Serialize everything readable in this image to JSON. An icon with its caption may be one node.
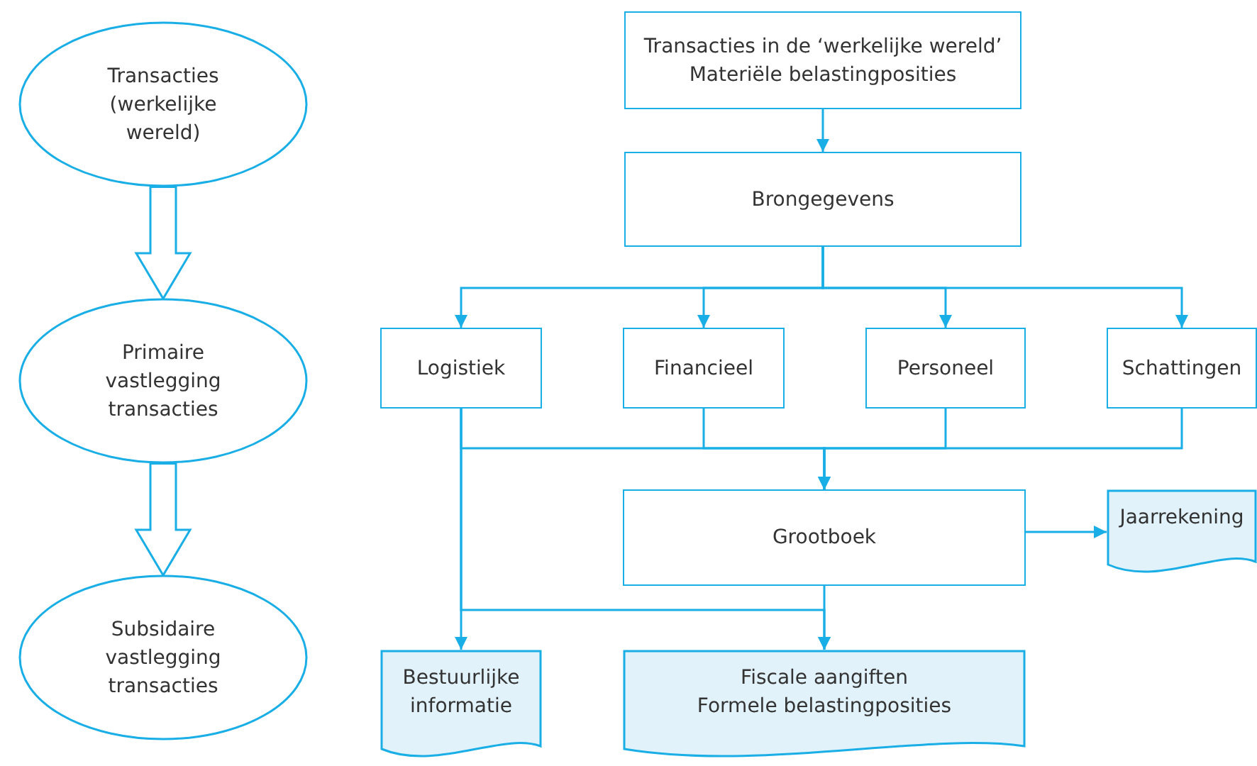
{
  "diagram": {
    "nodes": [
      {
        "text": [
          "Transacties (werkelijke wereld)"
        ]
      },
      {
        "text": [
          "Primaire vastlegging transacties"
        ]
      },
      {
        "text": [
          "Subsidaire vastlegging transacties"
        ]
      },
      {
        "text": [
          "Transacties in de ‘werkelijke wereld’",
          "Materiële belastingposities"
        ]
      },
      {
        "text": [
          "Brongegevens"
        ]
      },
      {
        "text": [
          "Logistiek"
        ]
      },
      {
        "text": [
          "Financieel"
        ]
      },
      {
        "text": [
          "Personeel"
        ]
      },
      {
        "text": [
          "Schattingen"
        ]
      },
      {
        "text": [
          "Grootboek"
        ]
      },
      {
        "text": [
          "Jaarrekening"
        ]
      },
      {
        "text": [
          "Bestuurlijke informatie"
        ]
      },
      {
        "text": [
          "Fiscale aangiften",
          "Formele belastingposities"
        ]
      }
    ],
    "edges": [
      {
        "from": 0,
        "to": 1,
        "arrow": "to",
        "style": "thick"
      },
      {
        "from": 1,
        "to": 2,
        "arrow": "to",
        "style": "thick"
      },
      {
        "from": 3,
        "to": 4,
        "arrow": "to"
      },
      {
        "from": 4,
        "to": 5,
        "arrow": "to"
      },
      {
        "from": 4,
        "to": 6,
        "arrow": "to"
      },
      {
        "from": 4,
        "to": 7,
        "arrow": "to"
      },
      {
        "from": 4,
        "to": 8,
        "arrow": "to"
      },
      {
        "from": 5,
        "to": 9,
        "arrow": "to"
      },
      {
        "from": 6,
        "to": 9,
        "arrow": "to"
      },
      {
        "from": 7,
        "to": 9,
        "arrow": "to"
      },
      {
        "from": 8,
        "to": 9,
        "arrow": "to"
      },
      {
        "from": 9,
        "to": 10,
        "arrow": "to"
      },
      {
        "from": 5,
        "to": 11,
        "arrow": "to"
      },
      {
        "from": 5,
        "to": 12,
        "arrow": "to"
      },
      {
        "from": 9,
        "to": 12,
        "arrow": "to"
      }
    ]
  }
}
